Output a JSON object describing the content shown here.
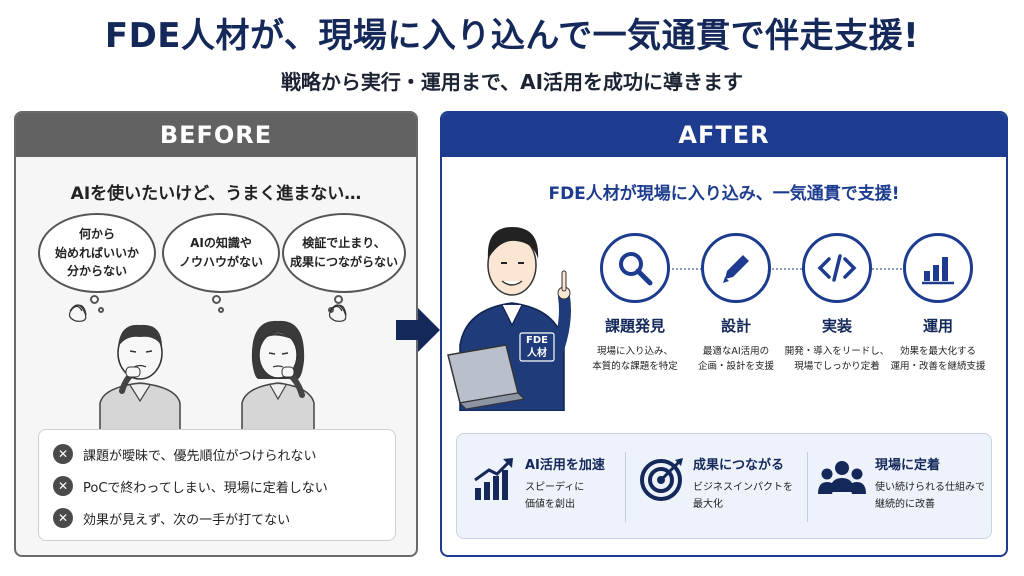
{
  "header": {
    "title": "FDE人材が、現場に入り込んで一気通貫で伴走支援!",
    "subtitle": "戦略から実行・運用まで、AI活用を成功に導きます"
  },
  "before": {
    "label": "BEFORE",
    "heading": "AIを使いたいけど、うまく進まない…",
    "bubbles": [
      [
        "何から",
        "始めればいいか",
        "分からない"
      ],
      [
        "AIの知識や",
        "ノウハウがない"
      ],
      [
        "検証で止まり、",
        "成果につながらない"
      ]
    ],
    "problems": [
      "課題が曖昧で、優先順位がつけられない",
      "PoCで終わってしまい、現場に定着しない",
      "効果が見えず、次の一手が打てない"
    ]
  },
  "after": {
    "label": "AFTER",
    "heading": "FDE人材が現場に入り込み、一気通貫で支援!",
    "badge": [
      "FDE",
      "人材"
    ],
    "steps": [
      {
        "icon": "search-icon",
        "title": "課題発見",
        "desc": [
          "現場に入り込み、",
          "本質的な課題を特定"
        ]
      },
      {
        "icon": "pencil-icon",
        "title": "設計",
        "desc": [
          "最適なAI活用の",
          "企画・設計を支援"
        ]
      },
      {
        "icon": "code-icon",
        "title": "実装",
        "desc": [
          "開発・導入をリードし、",
          "現場でしっかり定着"
        ]
      },
      {
        "icon": "bar-chart-icon",
        "title": "運用",
        "desc": [
          "効果を最大化する",
          "運用・改善を継続支援"
        ]
      }
    ],
    "benefits": [
      {
        "icon": "growth-chart-icon",
        "title": "AI活用を加速",
        "desc": [
          "スピーディに",
          "価値を創出"
        ]
      },
      {
        "icon": "target-icon",
        "title": "成果につながる",
        "desc": [
          "ビジネスインパクトを",
          "最大化"
        ]
      },
      {
        "icon": "team-icon",
        "title": "現場に定着",
        "desc": [
          "使い続けられる仕組みで",
          "継続的に改善"
        ]
      }
    ]
  },
  "colors": {
    "navy": "#14285a",
    "brand_blue": "#1d3c8f",
    "before_gray": "#626262"
  }
}
